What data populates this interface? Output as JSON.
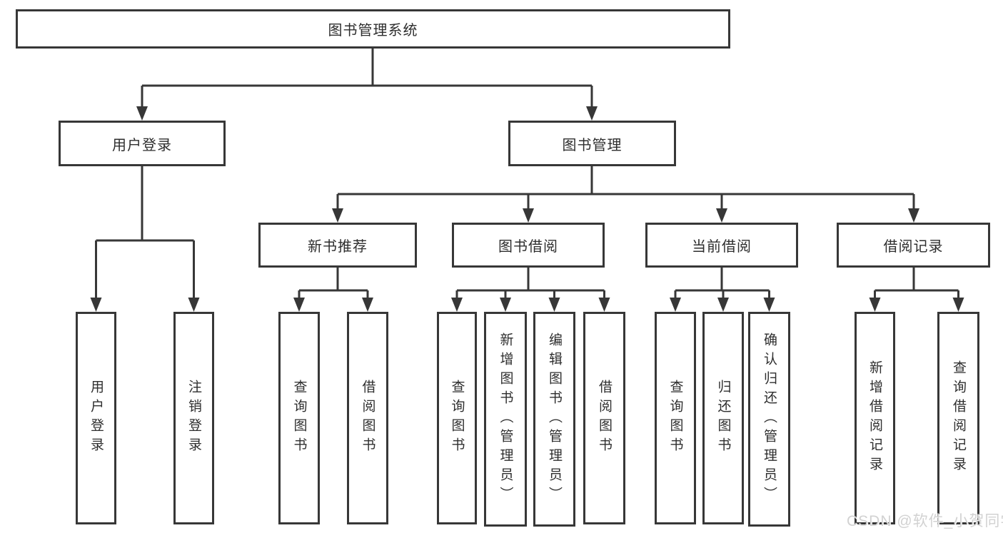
{
  "tree": {
    "root": {
      "label": "图书管理系统"
    },
    "branches": [
      {
        "label": "用户登录",
        "children": [
          {
            "label": "用户登录"
          },
          {
            "label": "注销登录"
          }
        ]
      },
      {
        "label": "图书管理",
        "children": [
          {
            "label": "新书推荐",
            "children": [
              {
                "label": "查询图书"
              },
              {
                "label": "借阅图书"
              }
            ]
          },
          {
            "label": "图书借阅",
            "children": [
              {
                "label": "查询图书"
              },
              {
                "label": "新增图书（管理员）"
              },
              {
                "label": "编辑图书（管理员）"
              },
              {
                "label": "借阅图书"
              }
            ]
          },
          {
            "label": "当前借阅",
            "children": [
              {
                "label": "查询图书"
              },
              {
                "label": "归还图书"
              },
              {
                "label": "确认归还（管理员）"
              }
            ]
          },
          {
            "label": "借阅记录",
            "children": [
              {
                "label": "新增借阅记录"
              },
              {
                "label": "查询借阅记录"
              }
            ]
          }
        ]
      }
    ]
  },
  "watermark": "CSDN @软件_小贺同学",
  "colors": {
    "line": "#373737",
    "box_background": "#ffffff",
    "text": "#2e2e2e",
    "watermark": "#d2d2d2"
  }
}
